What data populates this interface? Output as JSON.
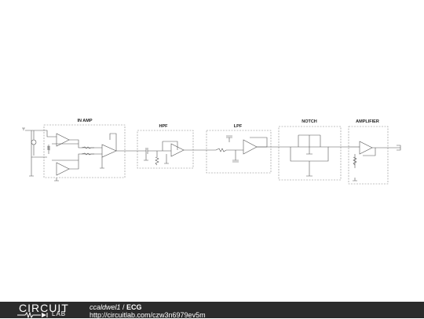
{
  "schematic": {
    "blocks": [
      {
        "id": "inamp",
        "label": "IN AMP"
      },
      {
        "id": "hpf",
        "label": "HPF"
      },
      {
        "id": "lpf",
        "label": "LPF"
      },
      {
        "id": "notch",
        "label": "NOTCH"
      },
      {
        "id": "amplifier",
        "label": "AMPLIFIER"
      }
    ]
  },
  "footer": {
    "logo_top": "CIRCUIT",
    "logo_bottom": "LAB",
    "author": "ccaldwel1",
    "separator": " / ",
    "project": "ECG",
    "url": "http://circuitlab.com/czw3n6979ev5m"
  },
  "colors": {
    "footer_bg": "#2b2b2b",
    "wire": "#333333",
    "box": "#888888"
  }
}
